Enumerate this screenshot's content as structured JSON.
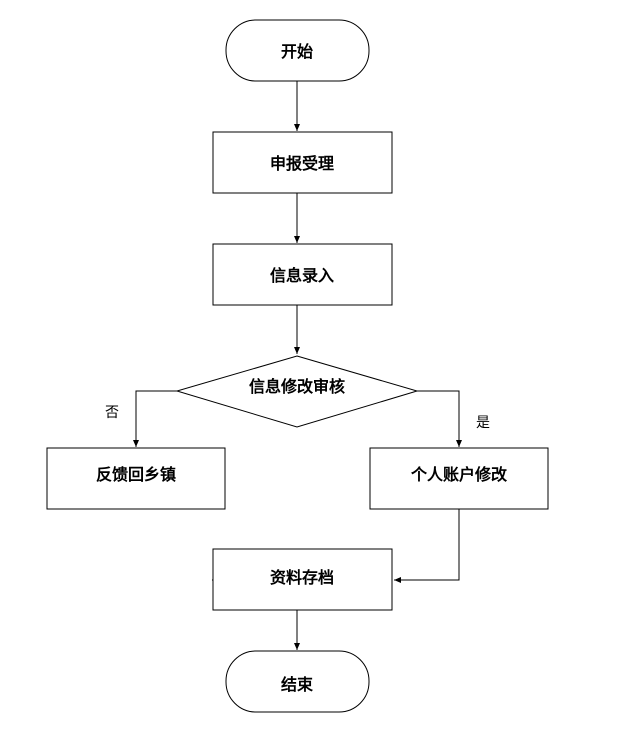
{
  "diagram": {
    "nodes": {
      "start": "开始",
      "accept": "申报受理",
      "entry": "信息录入",
      "review": "信息修改审核",
      "feedback": "反馈回乡镇",
      "modify": "个人账户修改",
      "archive": "资料存档",
      "end": "结束"
    },
    "branches": {
      "no": "否",
      "yes": "是"
    }
  }
}
